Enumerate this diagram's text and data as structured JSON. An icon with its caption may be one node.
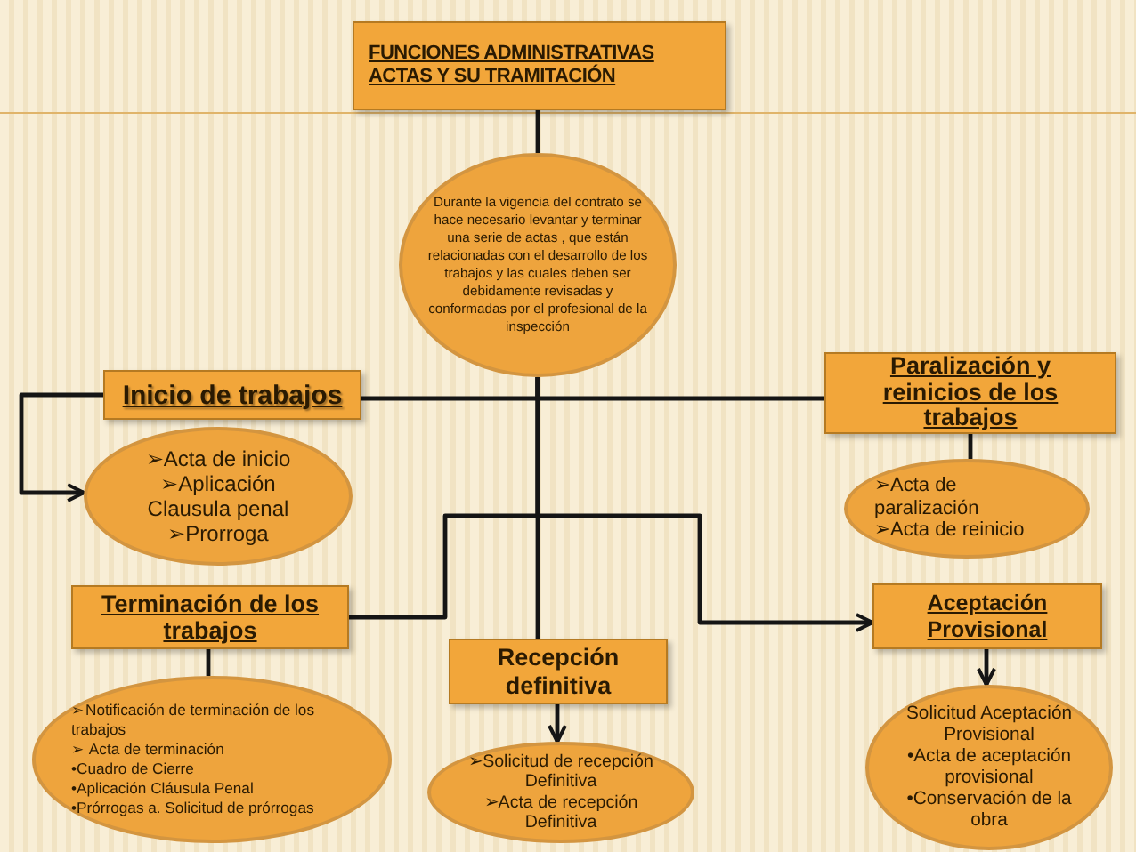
{
  "diagram": {
    "nodes": [
      {
        "text": [
          "FUNCIONES ADMINISTRATIVAS ACTAS Y SU TRAMITACIÓN"
        ]
      },
      {
        "text": [
          "Durante la vigencia del contrato se hace necesario levantar y terminar una serie de actas , que están relacionadas con el desarrollo de los trabajos y las cuales deben ser debidamente revisadas y conformadas por el profesional de la inspección"
        ]
      },
      {
        "text": [
          "Inicio de trabajos"
        ]
      },
      {
        "text": [
          "➢Acta de inicio",
          "➢Aplicación Clausula penal",
          "➢Prorroga"
        ]
      },
      {
        "text": [
          "Paralización y reinicios de los trabajos"
        ]
      },
      {
        "text": [
          "➢Acta de paralización",
          "➢Acta de reinicio"
        ]
      },
      {
        "text": [
          "Terminación de los trabajos"
        ]
      },
      {
        "text": [
          "➢Notificación de terminación de los trabajos",
          "➢ Acta de terminación",
          "•Cuadro de Cierre",
          "•Aplicación Cláusula Penal",
          "•Prórrogas a. Solicitud de prórrogas"
        ]
      },
      {
        "text": [
          "Recepción definitiva"
        ]
      },
      {
        "text": [
          "➢Solicitud de recepción Definitiva",
          "➢Acta de recepción Definitiva"
        ]
      },
      {
        "text": [
          "Aceptación Provisional"
        ]
      },
      {
        "text": [
          "Solicitud Aceptación Provisional",
          "•Acta de aceptación provisional",
          "•Conservación de la obra"
        ]
      }
    ],
    "edges": [
      {
        "from": 0,
        "to": 1,
        "arrow": "none"
      },
      {
        "from": 1,
        "to": 2,
        "arrow": "none"
      },
      {
        "from": 1,
        "to": 4,
        "arrow": "none"
      },
      {
        "from": 1,
        "to": 6,
        "arrow": "none"
      },
      {
        "from": 1,
        "to": 8,
        "arrow": "none"
      },
      {
        "from": 1,
        "to": 10,
        "arrow": "to"
      },
      {
        "from": 2,
        "to": 3,
        "arrow": "to"
      },
      {
        "from": 4,
        "to": 5,
        "arrow": "none"
      },
      {
        "from": 6,
        "to": 7,
        "arrow": "none"
      },
      {
        "from": 8,
        "to": 9,
        "arrow": "to"
      },
      {
        "from": 10,
        "to": 11,
        "arrow": "to"
      }
    ]
  }
}
